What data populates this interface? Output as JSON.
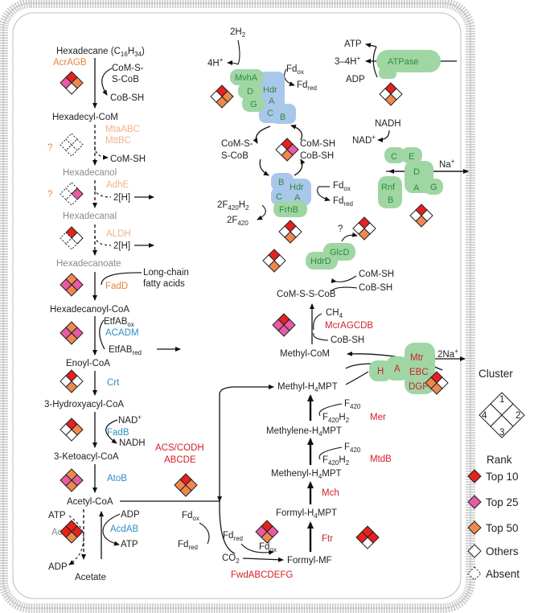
{
  "colors": {
    "top10": "#e6211e",
    "top25": "#e85ba4",
    "top50": "#f0884e",
    "others": "#ffffff",
    "protein_green": "#9fd6a4",
    "protein_blue": "#a9c7ea",
    "gene_orange": "#e8843a",
    "gene_blue": "#2d8ec9",
    "gene_red": "#d21f2a"
  },
  "left_pathway": {
    "hexadecane_main": "Hexadecane (C",
    "hexadecane_sub": "16",
    "hexadecane_h": "H",
    "hexadecane_sub2": "34",
    "hexadecane_close": ")",
    "acragb": "AcrAGB",
    "comss": "CoM-S-",
    "scob": "S-CoB",
    "cobsh": "CoB-SH",
    "hexadecyl_com": "Hexadecyl-CoM",
    "mtaabc": "MtaABC",
    "mttbc": "MttBC",
    "q1": "?",
    "comsh": "CoM-SH",
    "hexadecanol": "Hexadecanol",
    "adhe": "AdhE",
    "q2": "?",
    "two_h_1": "2[H]",
    "hexadecanal": "Hexadecanal",
    "aldh": "ALDH",
    "two_h_2": "2[H]",
    "hexadecanoate": "Hexadecanoate",
    "long_chain_1": "Long-chain",
    "long_chain_2": "fatty acids",
    "fadd": "FadD",
    "hexadecanoyl_coa": "Hexadecanoyl-CoA",
    "etfab_ox": "EtfAB",
    "etfab_ox_sub": "ox",
    "acadm": "ACADM",
    "etfab_red": "EtfAB",
    "etfab_red_sub": "red",
    "enoyl_coa": "Enoyl-CoA",
    "crt": "Crt",
    "hydroxyacyl": "3-Hydroxyacyl-CoA",
    "nad_plus": "NAD",
    "nad_plus_sup": "+",
    "fadb": "FadB",
    "nadh": "NADH",
    "ketoacyl": "3-Ketoacyl-CoA",
    "atob": "AtoB",
    "acetyl_coa": "Acetyl-CoA",
    "atp_l": "ATP",
    "adp_l": "ADP",
    "acs": "Acs?",
    "adp_r": "ADP",
    "acdab": "AcdAB",
    "atp_r": "ATP",
    "acetate": "Acetate",
    "acs_codh_1": "ACS/CODH",
    "acs_codh_2": "ABCDE"
  },
  "mcr_cycle": {
    "two_h2": "2H",
    "two_h2_sub": "2",
    "four_h": "4H",
    "four_h_sup": "+",
    "fd_ox": "Fd",
    "fd_ox_sub": "ox",
    "fd_red": "Fd",
    "fd_red_sub": "red",
    "mvha": "MvhA",
    "d": "D",
    "g": "G",
    "hdr": "Hdr",
    "a": "A",
    "c": "C",
    "b": "B",
    "coms_1": "CoM-S-",
    "scob_1": "S-CoB",
    "comsh_1": "CoM-SH",
    "cobsh_1": "CoB-SH",
    "b2": "B",
    "hdr2": "Hdr",
    "c2": "C",
    "a2": "A",
    "frhb": "FrhB",
    "fd_ox2": "Fd",
    "fd_ox2_sub": "ox",
    "fd_red2": "Fd",
    "fd_red2_sub": "red",
    "two_f420h2": "2F",
    "two_f420h2_sub": "420",
    "two_f420h2_h": "H",
    "two_f420h2_sub2": "2",
    "two_f420": "2F",
    "two_f420_sub": "420"
  },
  "atpase": {
    "atp": "ATP",
    "h_in": "3–4H",
    "h_in_sup": "+",
    "adp": "ADP",
    "label": "ATPase"
  },
  "rnf": {
    "nadh": "NADH",
    "nad": "NAD",
    "nad_sup": "+",
    "na": "Na",
    "na_sup": "+",
    "c": "C",
    "e": "E",
    "d": "D",
    "rnf": "Rnf",
    "b": "B",
    "a": "A",
    "g": "G"
  },
  "glcd": {
    "q": "?",
    "hdrd": "HdrD",
    "glcd": "GlcD",
    "coms_cob": "CoM-S-S-CoB",
    "comsh": "CoM-SH",
    "cobsh": "CoB-SH"
  },
  "methane": {
    "ch4": "CH",
    "ch4_sub": "4",
    "mcr": "McrAGCDB",
    "cobsh": "CoB-SH",
    "methyl_com": "Methyl-CoM",
    "h": "H",
    "a": "A",
    "mtr": "Mtr",
    "ebc": "EBC",
    "dgf": "DGF",
    "two_na": "2Na",
    "two_na_sup": "+"
  },
  "wood_ljungdahl": {
    "methyl_h4mpt": "Methyl-H",
    "methyl_h4mpt_sub": "4",
    "methyl_h4mpt_end": "MPT",
    "f420_1": "F",
    "f420_1_sub": "420",
    "f420h2_1": "F",
    "f420h2_1_sub": "420",
    "f420h2_1_h": "H",
    "f420h2_1_sub2": "2",
    "mer": "Mer",
    "methylene": "Methylene-H",
    "methylene_sub": "4",
    "methylene_end": "MPT",
    "f420_2": "F",
    "f420_2_sub": "420",
    "f420h2_2": "F",
    "f420h2_2_sub": "420",
    "f420h2_2_h": "H",
    "f420h2_2_sub2": "2",
    "mtdb": "MtdB",
    "methenyl": "Methenyl-H",
    "methenyl_sub": "4",
    "methenyl_end": "MPT",
    "mch": "Mch",
    "formyl_h4mpt": "Formyl-H",
    "formyl_h4mpt_sub": "4",
    "formyl_h4mpt_end": "MPT",
    "ftr": "Ftr",
    "formyl_mf": "Formyl-MF",
    "fd_ox": "Fd",
    "fd_ox_sub": "ox",
    "fd_red": "Fd",
    "fd_red_sub": "red",
    "fd_red2": "Fd",
    "fd_red2_sub": "red",
    "fd_ox2": "Fd",
    "fd_ox2_sub": "ox",
    "co2": "CO",
    "co2_sub": "2",
    "fwd": "FwdABCDEFG"
  },
  "legend": {
    "cluster_title": "Cluster",
    "c1": "1",
    "c2": "2",
    "c3": "3",
    "c4": "4",
    "rank_title": "Rank",
    "top10": "Top 10",
    "top25": "Top 25",
    "top50": "Top 50",
    "others": "Others",
    "absent": "Absent"
  },
  "rank_markers": [
    {
      "id": "acragb",
      "cells": [
        "top10",
        "top50",
        "others",
        "top25"
      ]
    },
    {
      "id": "mta",
      "cells": [
        "absent",
        "absent",
        "absent",
        "absent"
      ]
    },
    {
      "id": "adhe",
      "cells": [
        "absent",
        "top25",
        "absent",
        "absent"
      ]
    },
    {
      "id": "aldh",
      "cells": [
        "top10",
        "others",
        "absent",
        "absent"
      ]
    },
    {
      "id": "fadd",
      "cells": [
        "top50",
        "top25",
        "top50",
        "top25"
      ]
    },
    {
      "id": "acadm",
      "cells": [
        "top50",
        "top25",
        "top50",
        "top25"
      ]
    },
    {
      "id": "crt",
      "cells": [
        "top10",
        "others",
        "top50",
        "others"
      ]
    },
    {
      "id": "fadb",
      "cells": [
        "top10",
        "top50",
        "others",
        "others"
      ]
    },
    {
      "id": "atob",
      "cells": [
        "top50",
        "top25",
        "top50",
        "top25"
      ]
    },
    {
      "id": "acdab",
      "cells": [
        "top10",
        "top10",
        "top50",
        "top10"
      ]
    },
    {
      "id": "acs_codh",
      "cells": [
        "top10",
        "top50",
        "top50",
        "top50"
      ]
    },
    {
      "id": "fwd",
      "cells": [
        "top10",
        "top25",
        "top50",
        "top25"
      ]
    },
    {
      "id": "ftr",
      "cells": [
        "top10",
        "top10",
        "others",
        "top10"
      ]
    },
    {
      "id": "mvh",
      "cells": [
        "top10",
        "top50",
        "top50",
        "others"
      ]
    },
    {
      "id": "hdr",
      "cells": [
        "top10",
        "top25",
        "top50",
        "others"
      ]
    },
    {
      "id": "frh",
      "cells": [
        "top10",
        "others",
        "top50",
        "others"
      ]
    },
    {
      "id": "atpase",
      "cells": [
        "top10",
        "others",
        "top50",
        "others"
      ]
    },
    {
      "id": "rnf",
      "cells": [
        "top10",
        "others",
        "top50",
        "others"
      ]
    },
    {
      "id": "glcd",
      "cells": [
        "top10",
        "others",
        "top50",
        "others"
      ]
    },
    {
      "id": "hdrd",
      "cells": [
        "top10",
        "others",
        "top50",
        "others"
      ]
    },
    {
      "id": "mcr",
      "cells": [
        "top10",
        "top25",
        "top25",
        "top25"
      ]
    },
    {
      "id": "mtr",
      "cells": [
        "top10",
        "others",
        "top50",
        "top50"
      ]
    }
  ]
}
